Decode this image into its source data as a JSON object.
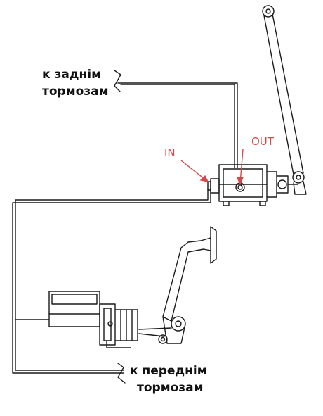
{
  "labels": {
    "rear_brakes": [
      "к заднім",
      "тормозам"
    ],
    "front_brakes": [
      "к переднім",
      "тормозам"
    ],
    "in": "IN",
    "out": "OUT"
  },
  "colors": {
    "line": "#1a1a1a",
    "accent": "#d24a4a"
  }
}
